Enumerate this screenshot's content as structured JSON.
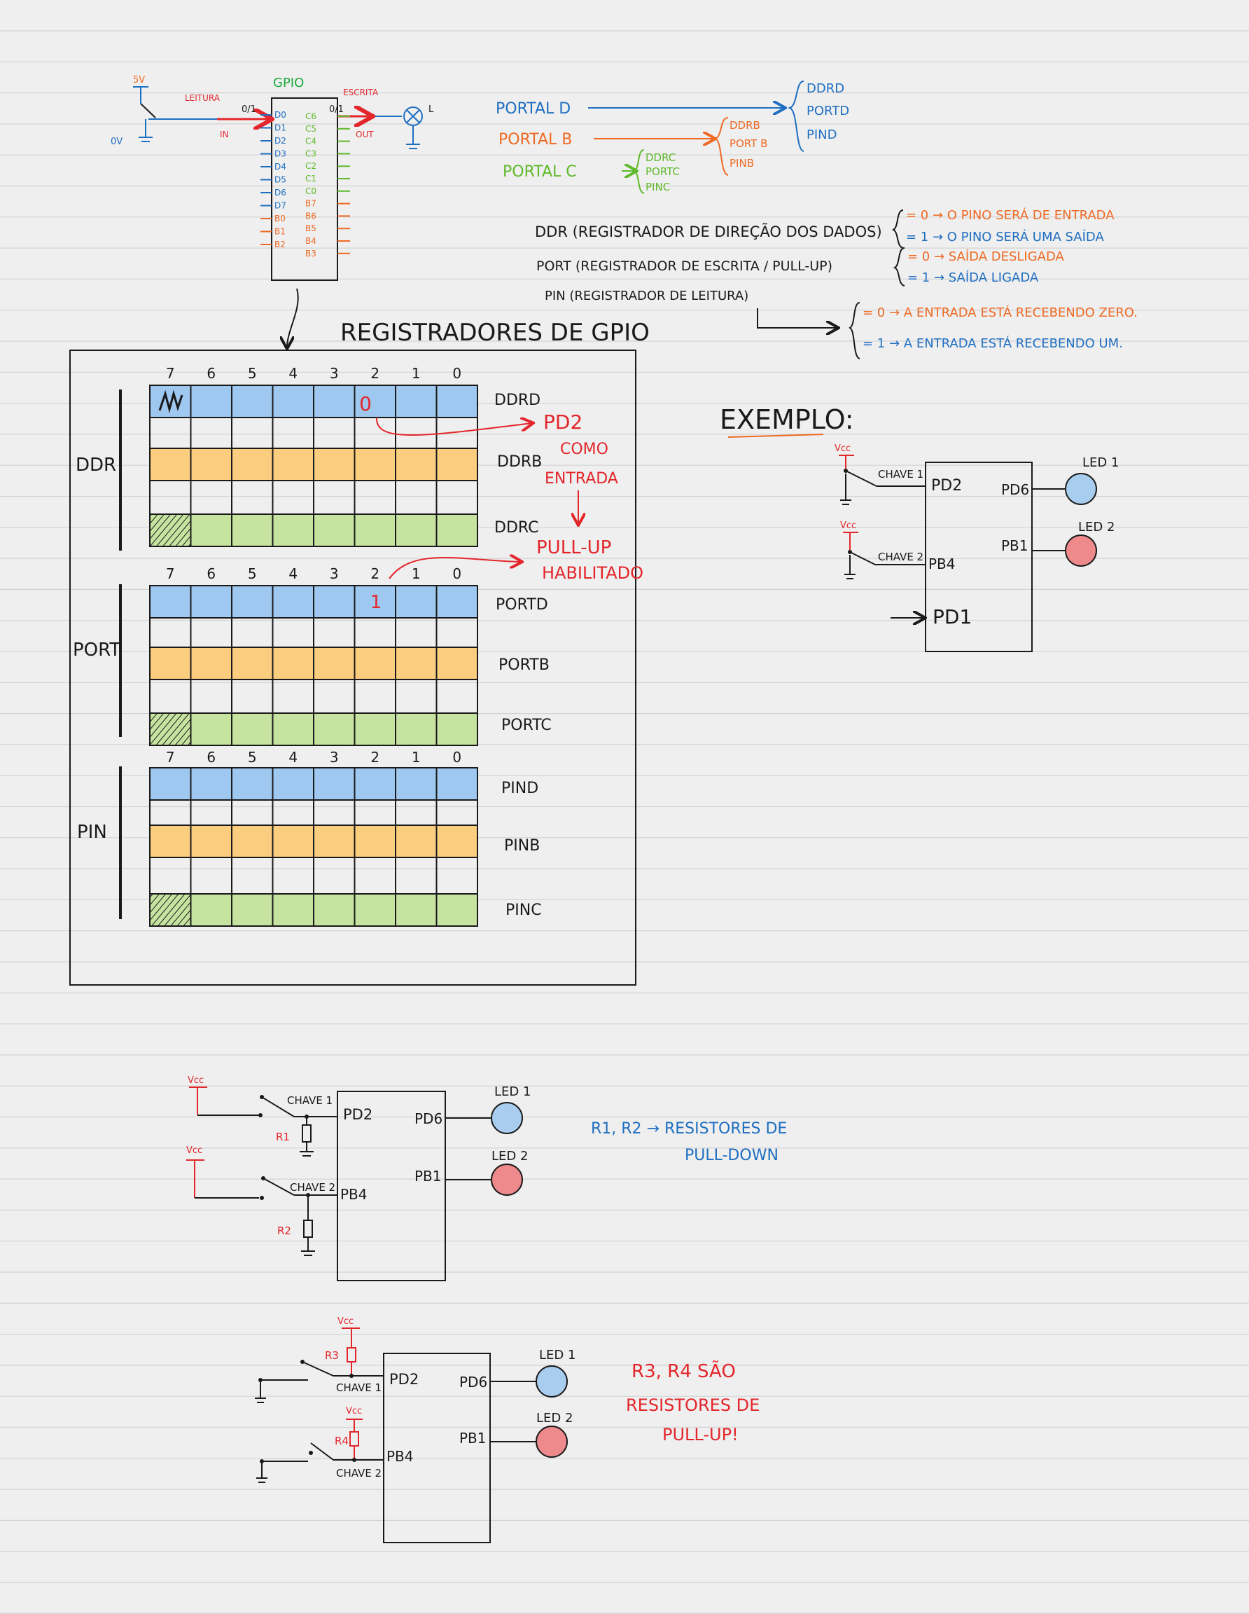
{
  "colors": {
    "paper": "#efefef",
    "rule": "#d3d3d3",
    "ink": "#1a1a1a",
    "red": "#e3262b",
    "orange": "#ee6a24",
    "blue": "#1f6fc1",
    "green": "#5fb92b",
    "gpio_green": "#1aa83a",
    "reg_blue": "#9ec8ef",
    "reg_orange": "#fbcd7e",
    "reg_green": "#c6e3a0",
    "led_blue": "#a9cdee",
    "led_red": "#ee8a8c"
  },
  "gpio_diagram": {
    "title": "GPIO",
    "supply_5v": "5V",
    "ground_0v": "0V",
    "read_label": "LEITURA",
    "read_value": "0/1",
    "in_label": "IN",
    "write_label": "ESCRITA",
    "write_value": "0/1",
    "out_label": "OUT",
    "lamp_label": "L",
    "left_pins": [
      "D0",
      "D1",
      "D2",
      "D3",
      "D4",
      "D5",
      "D6",
      "D7",
      "B0",
      "B1",
      "B2"
    ],
    "right_pins": [
      "C6",
      "C5",
      "C4",
      "C3",
      "C2",
      "C1",
      "C0",
      "B7",
      "B6",
      "B5",
      "B4",
      "B3"
    ]
  },
  "portals": {
    "portal_d": "PORTAL D",
    "portal_b": "PORTAL B",
    "portal_c": "PORTAL C",
    "d_regs": [
      "DDRD",
      "PORTD",
      "PIND"
    ],
    "b_regs": [
      "DDRB",
      "PORT B",
      "PINB"
    ],
    "c_regs": [
      "DDRC",
      "PORTC",
      "PINC"
    ]
  },
  "definitions": {
    "ddr": "DDR (REGISTRADOR DE DIREÇÃO DOS DADOS)",
    "port": "PORT (REGISTRADOR DE ESCRITA / PULL-UP)",
    "pin": "PIN (REGISTRADOR DE LEITURA)",
    "ddr_0": "= 0 → O PINO SERÁ DE ENTRADA",
    "ddr_1": "= 1 → O PINO SERÁ UMA SAÍDA",
    "port_0": "= 0 → SAÍDA DESLIGADA",
    "port_1": "= 1 → SAÍDA LIGADA",
    "pin_0": "= 0 → A ENTRADA ESTÁ RECEBENDO ZERO.",
    "pin_1": "= 1 → A ENTRADA ESTÁ RECEBENDO UM."
  },
  "registers": {
    "title": "REGISTRADORES DE GPIO",
    "bits_ddr": [
      "7",
      "6",
      "5",
      "4",
      "3",
      "2",
      "1",
      "0"
    ],
    "bits_port": [
      "7",
      "6",
      "5",
      "4",
      "3",
      "2",
      "1",
      "0"
    ],
    "bits_pin": [
      "7",
      "6",
      "5",
      "4",
      "3",
      "2",
      "1",
      "0"
    ],
    "group_ddr": "DDR",
    "group_port": "PORT",
    "group_pin": "PIN",
    "ddrd": "DDRD",
    "ddrb": "DDRB",
    "ddrc": "DDRC",
    "portd": "PORTD",
    "portb": "PORTB",
    "portc": "PORTC",
    "pind": "PIND",
    "pinb": "PINB",
    "pinc": "PINC",
    "ddrd_bit2": "0",
    "portd_bit2": "1",
    "note_pd2": "PD2",
    "note_como": "COMO",
    "note_entrada": "ENTRADA",
    "note_pullup": "PULL-UP",
    "note_habilitado": "HABILITADO"
  },
  "example": {
    "title": "EXEMPLO:",
    "vcc": "Vcc",
    "switch1": "CHAVE 1",
    "switch2": "CHAVE 2",
    "pd2": "PD2",
    "pb4": "PB4",
    "pd1": "PD1",
    "pd6": "PD6",
    "pb1": "PB1",
    "led1": "LED 1",
    "led2": "LED 2"
  },
  "pulldown_circuit": {
    "vcc": "Vcc",
    "switch1": "CHAVE 1",
    "switch2": "CHAVE 2",
    "r1": "R1",
    "r2": "R2",
    "pd2": "PD2",
    "pb4": "PB4",
    "pd6": "PD6",
    "pb1": "PB1",
    "led1": "LED 1",
    "led2": "LED 2",
    "note_line1": "R1, R2 → RESISTORES DE",
    "note_line2": "PULL-DOWN"
  },
  "pullup_circuit": {
    "vcc": "Vcc",
    "switch1": "CHAVE 1",
    "switch2": "CHAVE 2",
    "r3": "R3",
    "r4": "R4",
    "pd2": "PD2",
    "pb4": "PB4",
    "pd6": "PD6",
    "pb1": "PB1",
    "led1": "LED 1",
    "led2": "LED 2",
    "note_line1": "R3, R4 SÃO",
    "note_line2": "RESISTORES DE",
    "note_line3": "PULL-UP!"
  }
}
